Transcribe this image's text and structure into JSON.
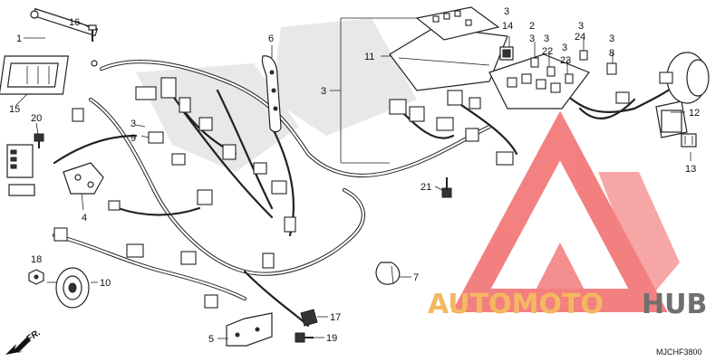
{
  "callouts": {
    "c1": "1",
    "c2": "2",
    "c3": "3",
    "c4": "4",
    "c5": "5",
    "c6": "6",
    "c7": "7",
    "c8": "8",
    "c9": "9",
    "c10": "10",
    "c11": "11",
    "c12": "12",
    "c13": "13",
    "c14": "14",
    "c15": "15",
    "c16": "16",
    "c17": "17",
    "c18": "18",
    "c19": "19",
    "c20": "20",
    "c21": "21",
    "c22": "22",
    "c23": "23",
    "c24": "24"
  },
  "watermark": {
    "part1": "AUTOMOTO",
    "part2": "HUB",
    "color_red": "#f26b6b",
    "color_orange": "#f4b860",
    "color_gray": "#6f6f6f"
  },
  "diagram_code": "MJCHF3800",
  "direction_label": "FR."
}
